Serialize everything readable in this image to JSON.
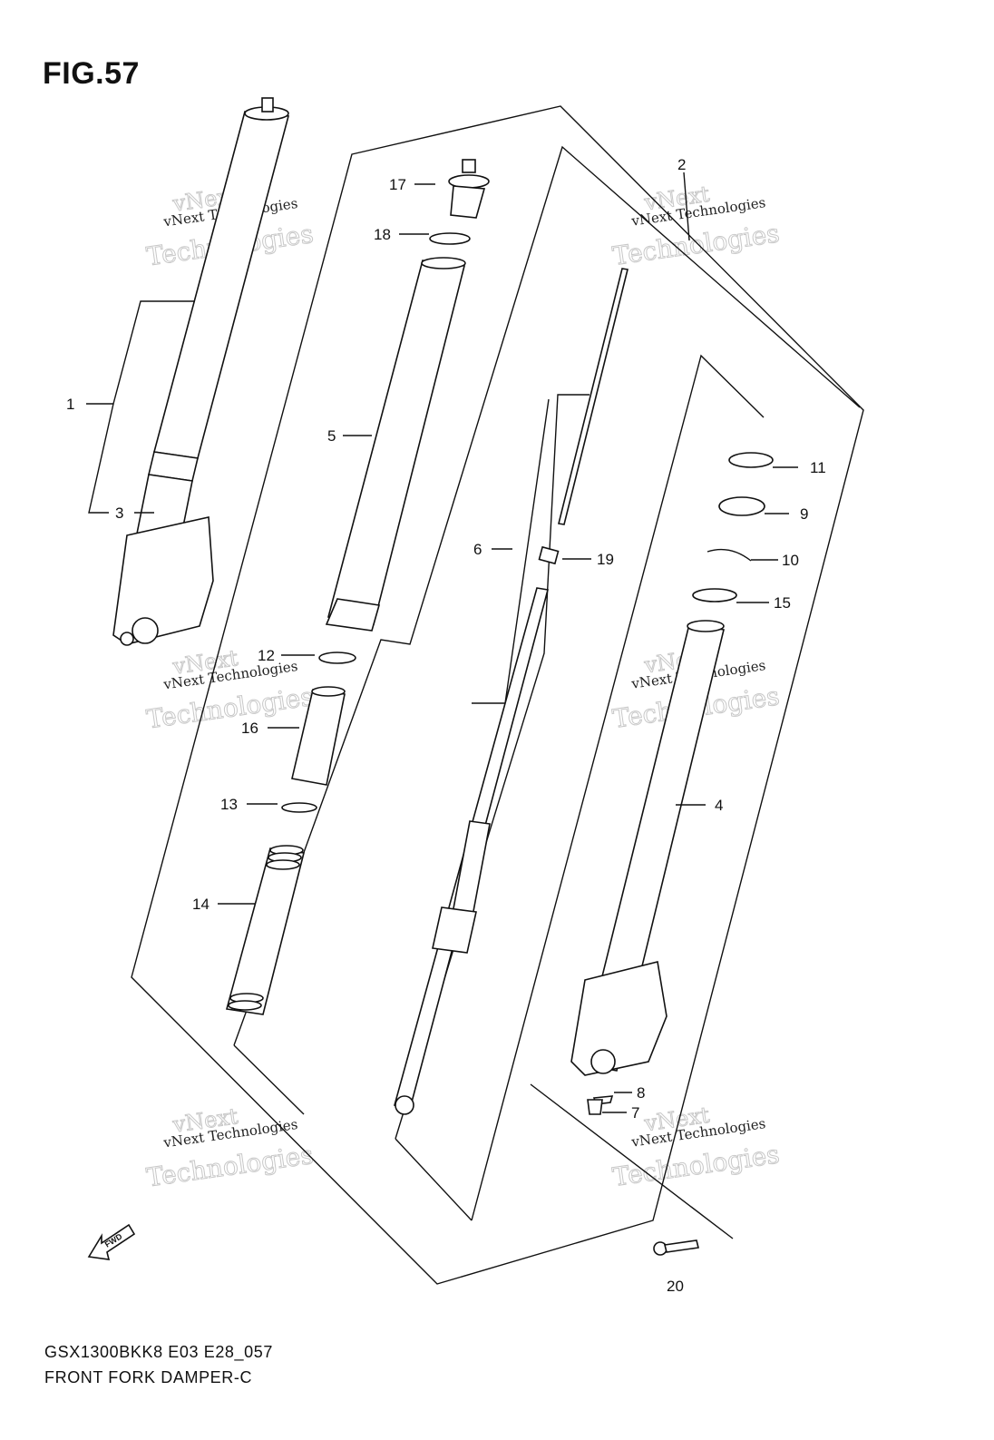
{
  "figure": {
    "title": "FIG.57"
  },
  "footer": {
    "model_code": "GSX1300BKK8 E03 E28_057",
    "name": "FRONT FORK DAMPER-C"
  },
  "watermark": {
    "line1": "vNext Technologies",
    "big": "Technologies",
    "small": "vNext"
  },
  "fwd_label": "FWD",
  "callouts": {
    "p1": "1",
    "p2": "2",
    "p3": "3",
    "p4": "4",
    "p5": "5",
    "p6": "6",
    "p7": "7",
    "p8": "8",
    "p9": "9",
    "p10": "10",
    "p11": "11",
    "p12": "12",
    "p13": "13",
    "p14": "14",
    "p15": "15",
    "p16": "16",
    "p17": "17",
    "p18": "18",
    "p19": "19",
    "p20": "20"
  }
}
